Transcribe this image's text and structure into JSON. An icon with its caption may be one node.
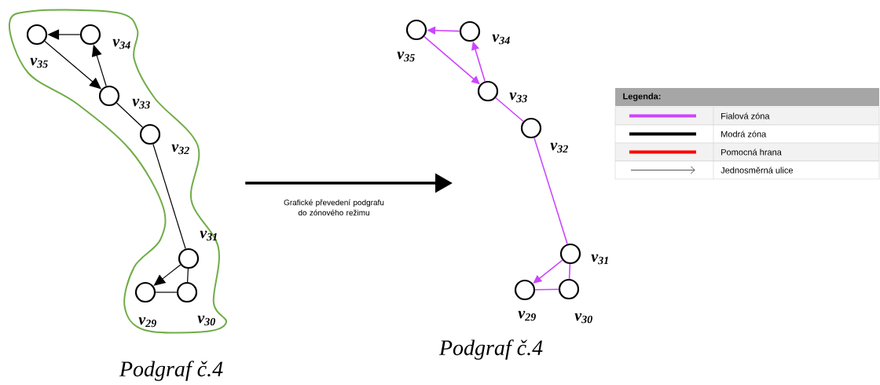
{
  "diagram": {
    "nodes": [
      {
        "text": [],
        "shape": "cloud"
      },
      {
        "text": [],
        "shape": "circle",
        "beside": [
          "v$_{35}$"
        ],
        "in": 0
      },
      {
        "text": [],
        "shape": "circle",
        "beside": [
          "v$_{34}$"
        ],
        "in": 0
      },
      {
        "text": [],
        "shape": "circle",
        "beside": [
          "v$_{33}$"
        ],
        "in": 0
      },
      {
        "text": [],
        "shape": "circle",
        "beside": [
          "v$_{32}$"
        ],
        "in": 0
      },
      {
        "text": [],
        "shape": "circle",
        "beside": [
          "v$_{31}$"
        ],
        "in": 0
      },
      {
        "text": [],
        "shape": "circle",
        "beside": [
          "v$_{29}$"
        ],
        "in": 0
      },
      {
        "text": [],
        "shape": "circle",
        "beside": [
          "v$_{30}$"
        ],
        "in": 0
      },
      {
        "text": [],
        "shape": "circle",
        "beside": [
          "v$_{35}$"
        ]
      },
      {
        "text": [],
        "shape": "circle",
        "beside": [
          "v$_{34}$"
        ]
      },
      {
        "text": [],
        "shape": "circle",
        "beside": [
          "v$_{33}$"
        ]
      },
      {
        "text": [],
        "shape": "circle",
        "beside": [
          "v$_{32}$"
        ]
      },
      {
        "text": [],
        "shape": "circle",
        "beside": [
          "v$_{31}$"
        ]
      },
      {
        "text": [],
        "shape": "circle",
        "beside": [
          "v$_{29}$"
        ]
      },
      {
        "text": [],
        "shape": "circle",
        "beside": [
          "v$_{30}$"
        ]
      }
    ],
    "edges": [
      {
        "from": 2,
        "to": 1,
        "arrow": "to"
      },
      {
        "from": 1,
        "to": 3,
        "arrow": "to"
      },
      {
        "from": 3,
        "to": 2,
        "arrow": "to"
      },
      {
        "from": 3,
        "to": 4,
        "arrow": "none"
      },
      {
        "from": 4,
        "to": 5,
        "arrow": "none"
      },
      {
        "from": 5,
        "to": 6,
        "arrow": "to"
      },
      {
        "from": 5,
        "to": 7,
        "arrow": "none"
      },
      {
        "from": 7,
        "to": 6,
        "arrow": "none"
      },
      {
        "from": 9,
        "to": 8,
        "arrow": "to",
        "color": "#cc44ff"
      },
      {
        "from": 8,
        "to": 10,
        "arrow": "to",
        "color": "#cc44ff"
      },
      {
        "from": 10,
        "to": 9,
        "arrow": "to",
        "color": "#cc44ff"
      },
      {
        "from": 10,
        "to": 11,
        "arrow": "none",
        "color": "#cc44ff"
      },
      {
        "from": 11,
        "to": 12,
        "arrow": "none",
        "color": "#cc44ff"
      },
      {
        "from": 12,
        "to": 13,
        "arrow": "to",
        "color": "#cc44ff"
      },
      {
        "from": 12,
        "to": 14,
        "arrow": "none",
        "color": "#cc44ff"
      },
      {
        "from": 14,
        "to": 13,
        "arrow": "none",
        "color": "#cc44ff"
      },
      {
        "from": 0,
        "to": null,
        "arrow": "to",
        "style": "thick",
        "label": "Grafické převedení podgrafu do zónového režimu"
      }
    ],
    "labels": [
      "Podgraf č.4",
      "Podgraf č.4",
      "Legenda:"
    ],
    "legend": [
      {
        "text": "Fialová zóna",
        "color": "#cc44ff"
      },
      {
        "text": "Modrá zóna",
        "color": "#000000"
      },
      {
        "text": "Pomocná hrana",
        "color": "#ff0000"
      },
      {
        "text": "Jednosměrná ulice"
      }
    ]
  }
}
